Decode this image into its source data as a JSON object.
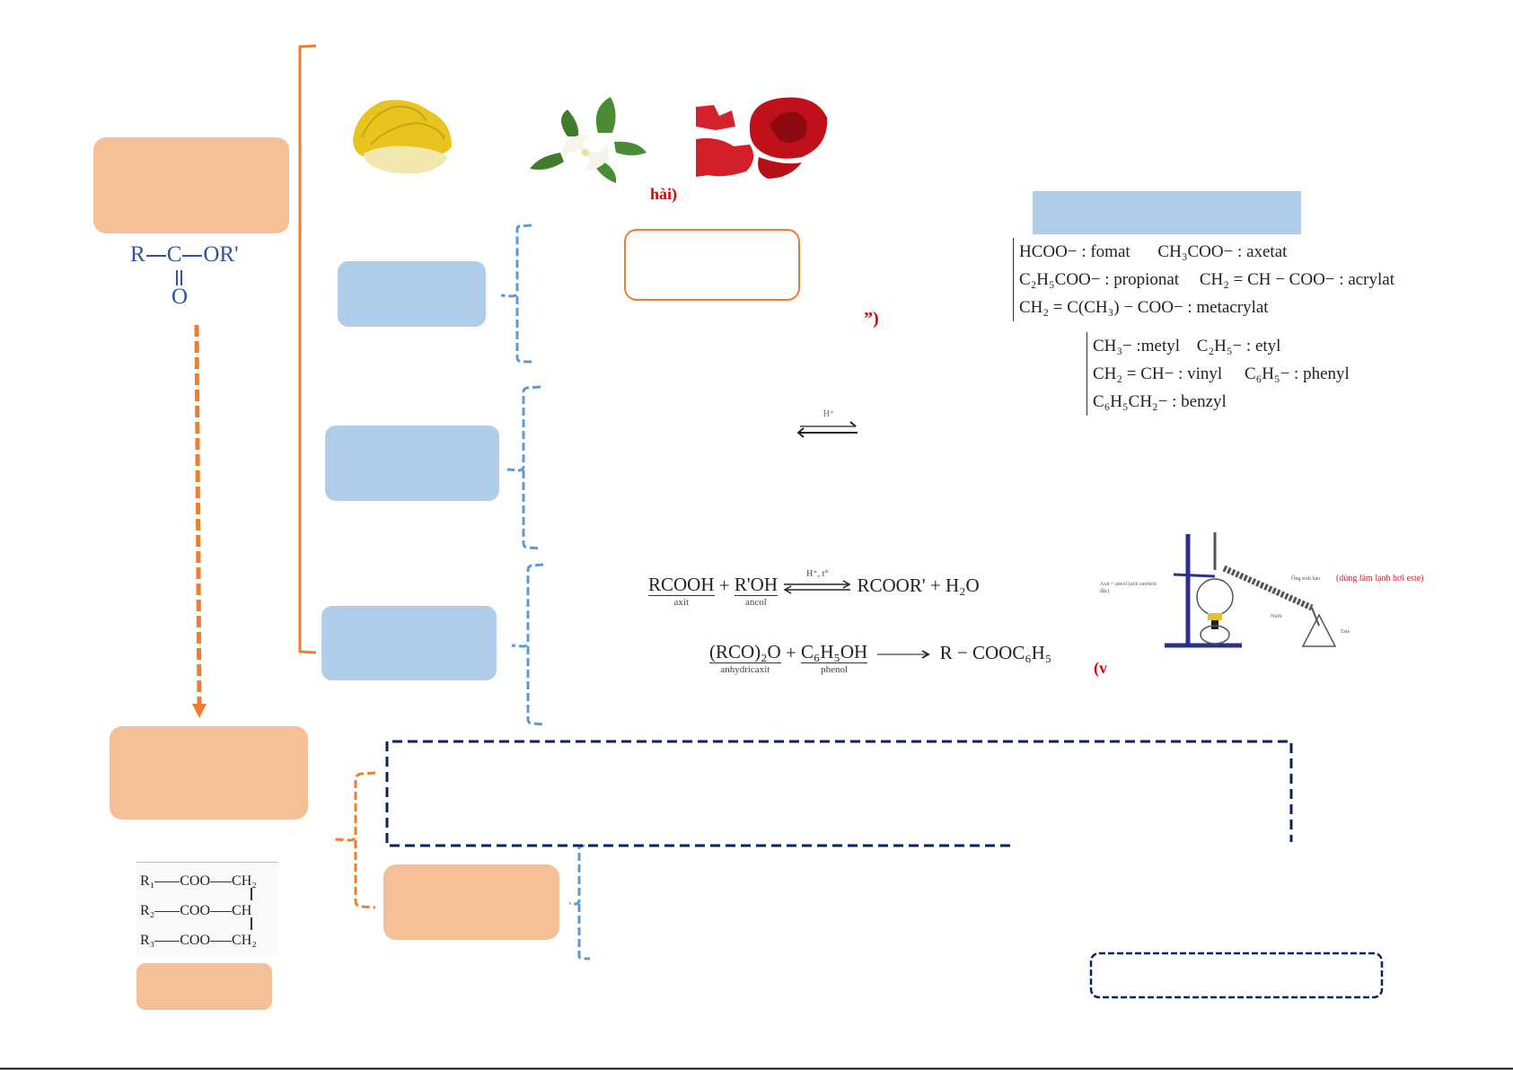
{
  "title_box": {
    "label": ""
  },
  "ester_formula": {
    "r": "R",
    "c": "C",
    "or": "OR'",
    "o": "O"
  },
  "images": [
    {
      "name": "banana",
      "alt": "banana"
    },
    {
      "name": "jasmine",
      "alt": "jasmine flower"
    },
    {
      "name": "rose",
      "alt": "red rose"
    }
  ],
  "annotations": {
    "hai": "hài)",
    "quote_paren": "”)",
    "v_paren": "(v"
  },
  "naming": {
    "header": "",
    "anions": [
      [
        {
          "f": "HCOO−",
          "n": "fomat"
        },
        {
          "f": "CH₃COO−",
          "n": "axetat"
        }
      ],
      [
        {
          "f": "C₂H₅COO−",
          "n": "propionat"
        },
        {
          "f": "CH₂ = CH − COO−",
          "n": "acrylat"
        }
      ],
      [
        {
          "f": "CH₂ = C(CH₃) − COO−",
          "n": "metacrylat"
        }
      ]
    ],
    "radicals": [
      [
        {
          "f": "CH₃−",
          "n": "metyl"
        },
        {
          "f": "C₂H₅−",
          "n": "etyl"
        }
      ],
      [
        {
          "f": "CH₂ = CH−",
          "n": "vinyl"
        },
        {
          "f": "C₆H₅−",
          "n": "phenyl"
        }
      ],
      [
        {
          "f": "C₆H₅CH₂−",
          "n": "benzyl"
        }
      ]
    ]
  },
  "reversible_arrow": {
    "catalyst": "H⁺"
  },
  "equation1": {
    "acid": "RCOOH",
    "acid_label": "axit",
    "plus": "+",
    "alcohol": "R'OH",
    "alcohol_label": "ancol",
    "catalyst": "H⁺, t°",
    "product": "RCOOR' + H₂O"
  },
  "equation2": {
    "anhydride": "(RCO)₂O",
    "anhydride_label": "anhydricaxit",
    "plus": "+",
    "phenol": "C₆H₅OH",
    "phenol_label": "phenol",
    "product": "R − COOC₆H₅"
  },
  "apparatus": {
    "label_mixture": "Axit + ancol (axit sunfuric đặc)",
    "label_condenser": "Ống sinh hàn",
    "label_condenser_note": "(dùng làm lạnh hơi este)",
    "label_water": "Nước",
    "label_ester": "Este"
  },
  "triglyceride": {
    "rows": [
      {
        "r": "R₁",
        "coo": "COO",
        "c": "CH₂"
      },
      {
        "r": "R₂",
        "coo": "COO",
        "c": "CH"
      },
      {
        "r": "R₃",
        "coo": "COO",
        "c": "CH₂"
      }
    ]
  },
  "colors": {
    "orange_box": "#f5bf98",
    "blue_box": "#aecde9",
    "orange_line": "#ed7d31",
    "blue_dash": "#5b9bd5",
    "navy_dash": "#0d2258",
    "formula_blue": "#2f5597",
    "red_text": "#e30000"
  }
}
